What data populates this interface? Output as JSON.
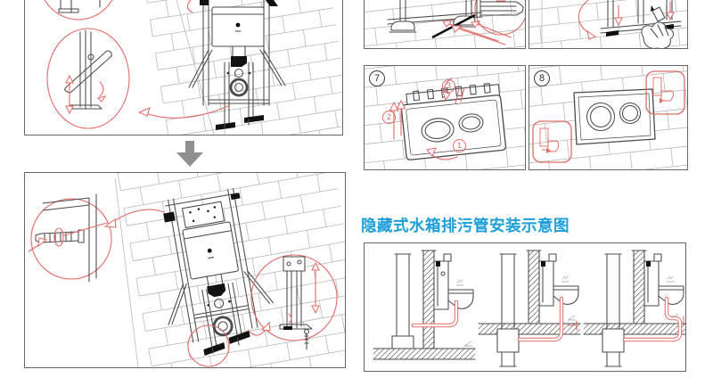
{
  "title": {
    "text": "隐藏式水箱排污管安装示意图"
  },
  "steps": {
    "step7": {
      "number": "7"
    },
    "step8": {
      "number": "8"
    }
  },
  "callouts": {
    "c1": "1",
    "c2": "2",
    "c3": "3"
  },
  "colors": {
    "blue": "#1d9ed9",
    "red": "#e06a66",
    "ink": "#4a4a4a",
    "ink_strong": "#111111",
    "brick": "#b9b9b9",
    "border": "#666666",
    "arrow_gray": "#909090",
    "bg": "#ffffff"
  }
}
